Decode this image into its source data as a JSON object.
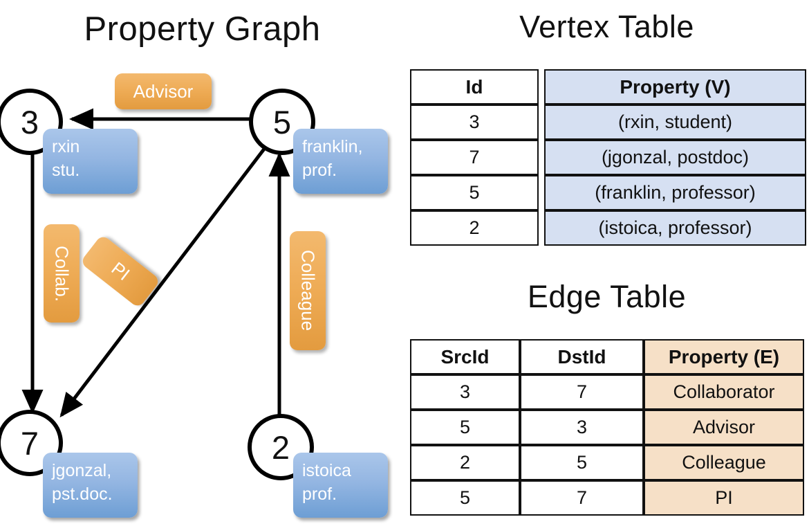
{
  "graph": {
    "title": "Property Graph",
    "nodes": [
      {
        "id": "3",
        "property_lines": [
          "rxin",
          "stu."
        ]
      },
      {
        "id": "5",
        "property_lines": [
          "franklin,",
          "prof."
        ]
      },
      {
        "id": "7",
        "property_lines": [
          "jgonzal,",
          "pst.doc."
        ]
      },
      {
        "id": "2",
        "property_lines": [
          "istoica",
          "prof."
        ]
      }
    ],
    "edge_labels": [
      {
        "name": "advisor",
        "text": "Advisor"
      },
      {
        "name": "collab",
        "text": "Collab."
      },
      {
        "name": "pi",
        "text": "PI"
      },
      {
        "name": "colleague",
        "text": "Colleague"
      }
    ],
    "colors": {
      "node_stroke": "#000000",
      "vertex_box": "#7ba3d8",
      "edge_box": "#eeab55"
    }
  },
  "vertex_table": {
    "title": "Vertex Table",
    "headers": [
      "Id",
      "Property (V)"
    ],
    "rows": [
      {
        "id": "3",
        "property": "(rxin, student)"
      },
      {
        "id": "7",
        "property": "(jgonzal, postdoc)"
      },
      {
        "id": "5",
        "property": "(franklin, professor)"
      },
      {
        "id": "2",
        "property": "(istoica, professor)"
      }
    ],
    "accent": "#d6e0f2"
  },
  "edge_table": {
    "title": "Edge Table",
    "headers": [
      "SrcId",
      "DstId",
      "Property (E)"
    ],
    "rows": [
      {
        "src": "3",
        "dst": "7",
        "property": "Collaborator"
      },
      {
        "src": "5",
        "dst": "3",
        "property": "Advisor"
      },
      {
        "src": "2",
        "dst": "5",
        "property": "Colleague"
      },
      {
        "src": "5",
        "dst": "7",
        "property": "PI"
      }
    ],
    "accent": "#f6e0c7"
  }
}
